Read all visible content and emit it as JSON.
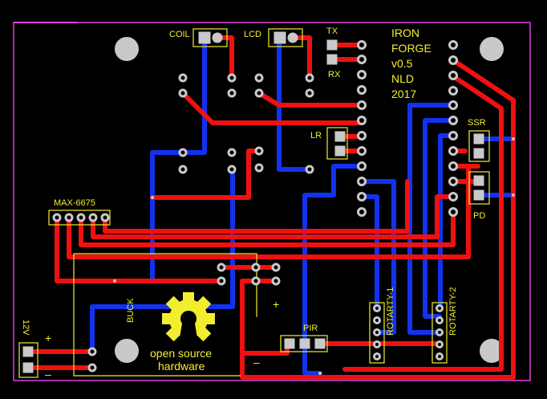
{
  "colors": {
    "background": "#000000",
    "outline": "#e040e0",
    "silk": "#f2ee2e",
    "top_copper": "#ee1111",
    "bottom_copper": "#1133ee",
    "pad": "#c9c9c9",
    "mount_hole": "#c9c9c9"
  },
  "title": {
    "line1": "IRON",
    "line2": "FORGE",
    "line3": "v0.5",
    "line4": "NLD",
    "line5": "2017"
  },
  "labels": {
    "coil": "COIL",
    "lcd": "LCD",
    "tx": "TX",
    "rx": "RX",
    "lr": "LR",
    "ssr": "SSR",
    "pd": "PD",
    "max6675": "MAX-6675",
    "buck": "BUCK",
    "pir": "PIR",
    "rotary1": "ROTARTY-1",
    "rotary2": "ROTARTY-2",
    "v12": "12V",
    "plus_in": "+",
    "minus_in": "–",
    "buck_plus": "+",
    "buck_minus": "–",
    "osh_line1": "open source",
    "osh_line2": "hardware"
  },
  "icons": {
    "oshw": "open-source-hardware-gear-icon"
  }
}
